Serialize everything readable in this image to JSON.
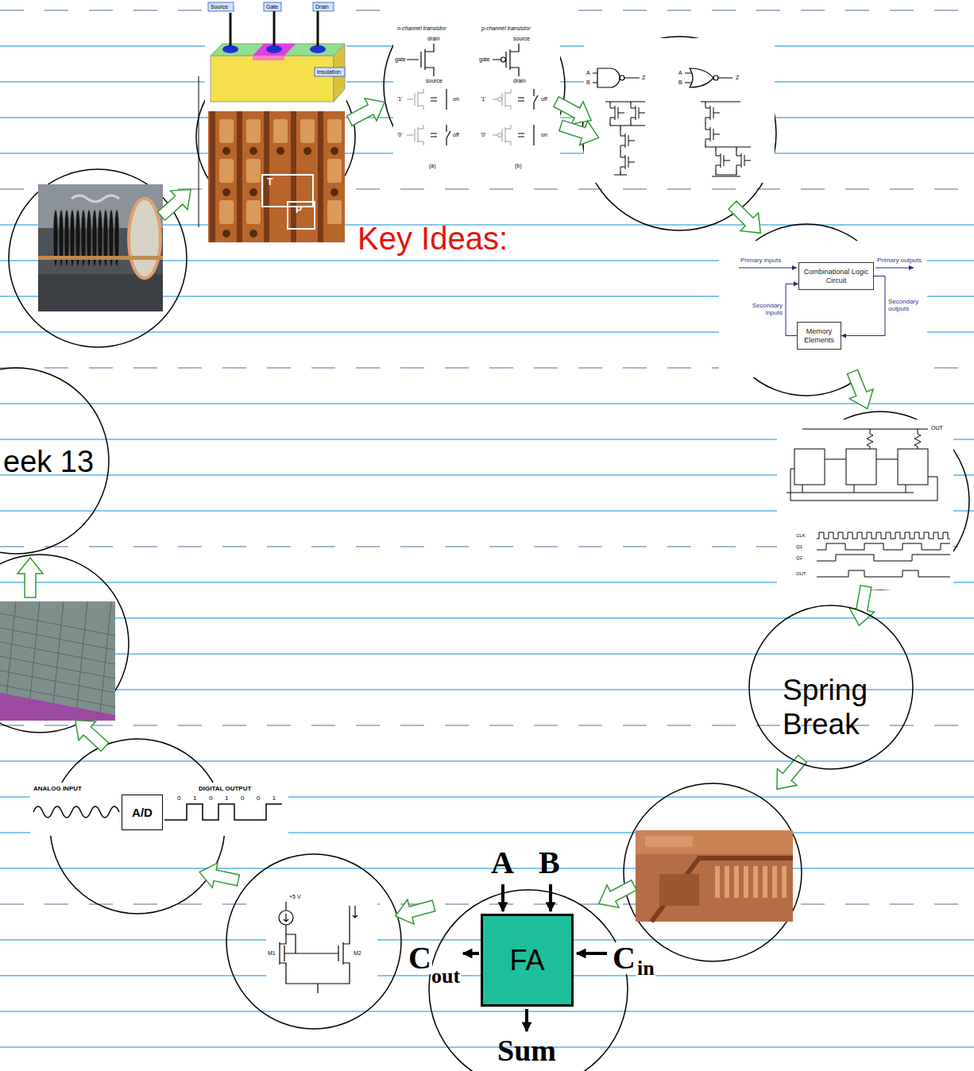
{
  "diagram": {
    "nodes": [
      {
        "text": [
          "Combinational Logic Circuit"
        ]
      },
      {
        "text": [
          "Memory Elements"
        ]
      },
      {
        "text": [
          "eek 13"
        ]
      },
      {
        "text": [
          "Spring Break"
        ]
      },
      {
        "text": [
          "A/D"
        ]
      },
      {
        "text": [
          "FA"
        ]
      }
    ],
    "edges": [
      {
        "from": 0,
        "to": 1,
        "label": "Secondary outputs",
        "arrow": "to"
      },
      {
        "from": 1,
        "to": 0,
        "label": "Secondary inputs",
        "arrow": "to"
      }
    ],
    "labels": [
      "Key Ideas:",
      "Source",
      "Gate",
      "Drain",
      "Insulation",
      "T",
      "P",
      "n-channel transistor",
      "p-channel transistor",
      "gate",
      "drain",
      "source",
      "gate",
      "source",
      "drain",
      "'1'",
      "on",
      "'1'",
      "off",
      "'0'",
      "off",
      "'0'",
      "on",
      "(a)",
      "(b)",
      "A",
      "B",
      "Z",
      "A",
      "B",
      "Z",
      "Primary inputs",
      "Primary outputs",
      "OUT",
      "CLK",
      "Q1",
      "Q2",
      "OUT",
      "ANALOG INPUT",
      "DIGITAL OUTPUT",
      "0 1 0 1 0 0 1",
      "+5 V",
      "M1",
      "M2",
      "A",
      "B",
      "C",
      "out",
      "C",
      "in",
      "Sum"
    ]
  }
}
